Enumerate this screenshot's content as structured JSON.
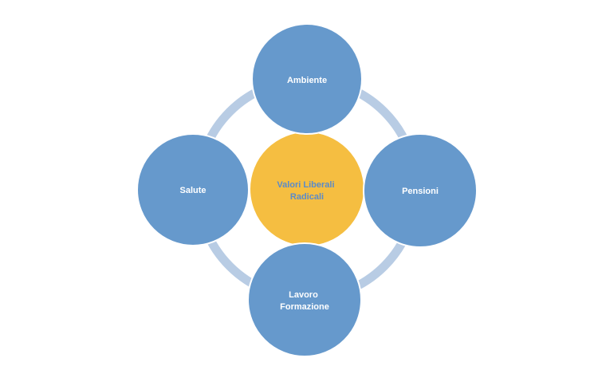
{
  "diagram": {
    "center": {
      "lines": [
        "Valori Liberali",
        "Radicali"
      ],
      "fill": "#F5BE41",
      "text_color": "#5B8BC9"
    },
    "nodes": [
      {
        "id": "ambiente",
        "lines": [
          "Ambiente"
        ]
      },
      {
        "id": "pensioni",
        "lines": [
          "Pensioni"
        ]
      },
      {
        "id": "lavoro-formazione",
        "lines": [
          "Lavoro",
          "Formazione"
        ]
      },
      {
        "id": "salute",
        "lines": [
          "Salute"
        ]
      }
    ],
    "colors": {
      "node_fill": "#6699CC",
      "node_text": "#FFFFFF",
      "ring": "#B8CCE4",
      "node_stroke": "#FFFFFF"
    }
  }
}
